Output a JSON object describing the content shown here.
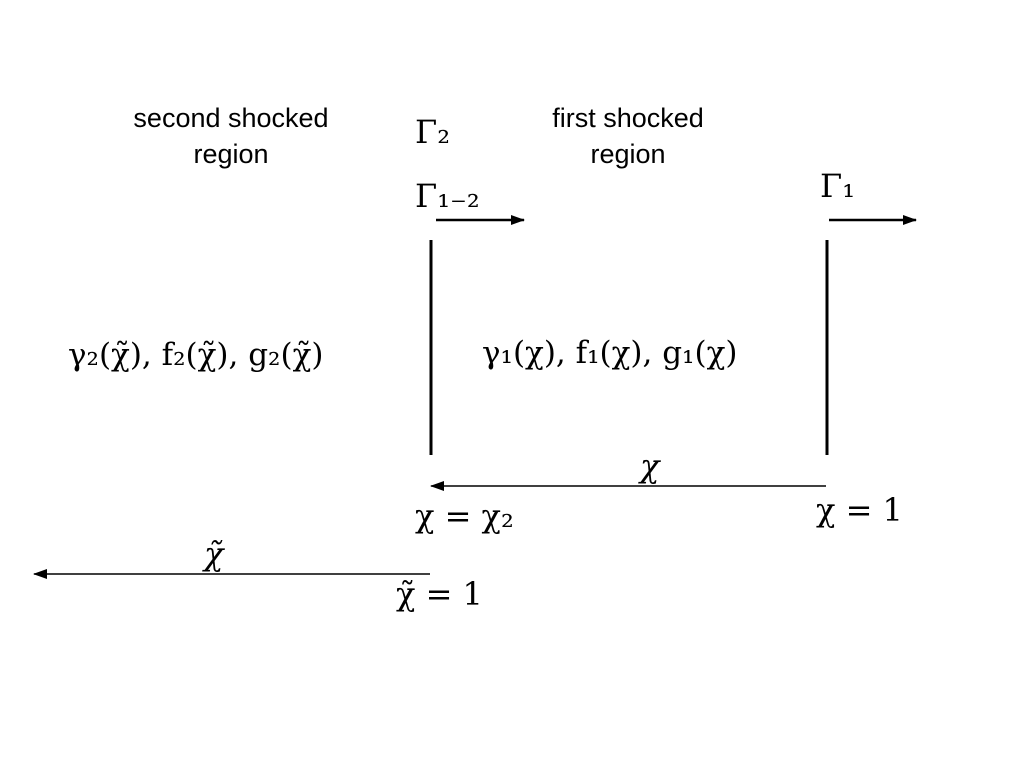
{
  "regions": {
    "second": {
      "label_line1": "second shocked",
      "label_line2": "region",
      "functions": "γ₂(χ̃), f₂(χ̃), g₂(χ̃)"
    },
    "first": {
      "label_line1": "first shocked",
      "label_line2": "region",
      "functions": "γ₁(χ), f₁(χ), g₁(χ)"
    }
  },
  "fronts": {
    "gamma2": "Γ₂",
    "gamma12": "Γ₁₋₂",
    "gamma1": "Γ₁"
  },
  "coordinates": {
    "chi": "χ",
    "chi_eq_chi2": "χ = χ₂",
    "chi_eq_1": "χ = 1",
    "chitilde": "χ̃",
    "chitilde_eq_1": "χ̃ = 1"
  },
  "colors": {
    "ink": "#000000",
    "background": "#ffffff"
  }
}
